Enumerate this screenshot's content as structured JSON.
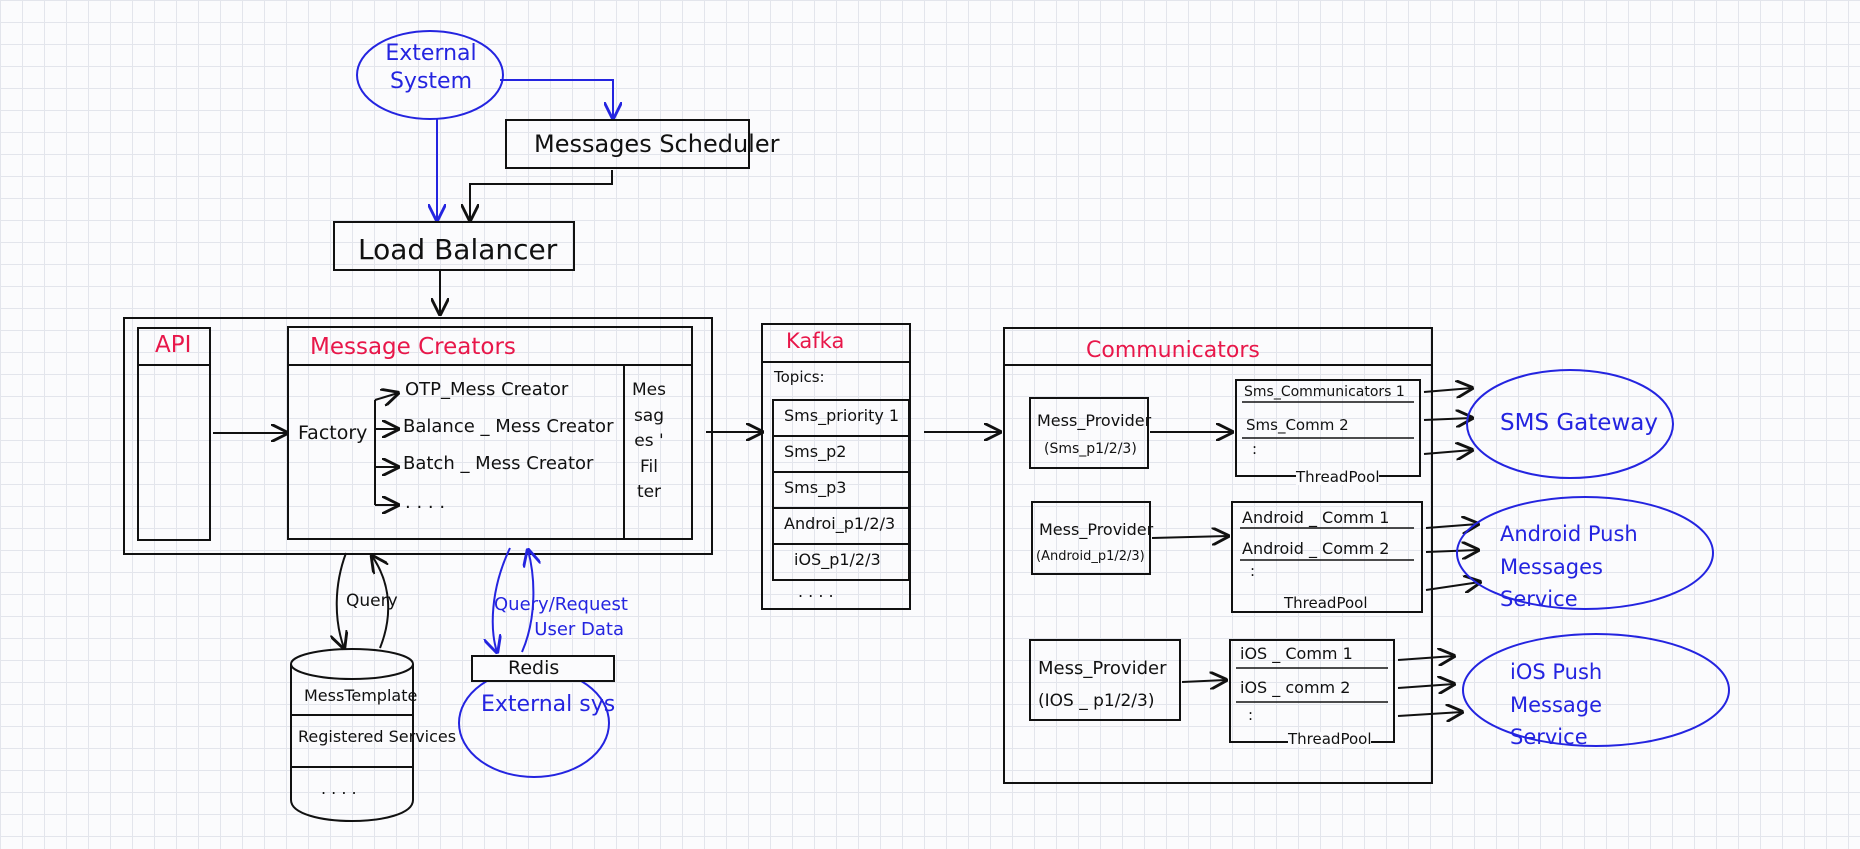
{
  "colors": {
    "ink": "#111111",
    "blue": "#2424e0",
    "red": "#e8174a",
    "grid": "#e3e5ec"
  },
  "external_system": "External System",
  "scheduler": "Messages Scheduler",
  "load_balancer": "Load Balancer",
  "api": "API",
  "message_creators": {
    "title": "Message Creators",
    "factory": "Factory",
    "creators": [
      "OTP_Mess Creator",
      "Balance _ Mess Creator",
      "Batch _ Mess Creator",
      ". . . ."
    ],
    "filter": "Mes sag es ' Fil ter"
  },
  "query": "Query",
  "query_request": "Query/Request User Data",
  "db": {
    "rows": [
      "MessTemplate",
      "Registered Services",
      ". . . ."
    ]
  },
  "redis": {
    "title": "Redis",
    "body": "External sys"
  },
  "kafka": {
    "title": "Kafka",
    "topics_label": "Topics:",
    "topics": [
      "Sms_priority 1",
      "Sms_p2",
      "Sms_p3",
      "Androi_p1/2/3",
      "iOS_p1/2/3",
      ". . . ."
    ]
  },
  "communicators": {
    "title": "Communicators",
    "providers": [
      {
        "name": "Mess_Provider",
        "sub": "(Sms_p1/2/3)",
        "threads": [
          "Sms_Communicators 1",
          "Sms_Comm 2",
          ":"
        ],
        "pool": "ThreadPool"
      },
      {
        "name": "Mess_Provider",
        "sub": "(Android_p1/2/3)",
        "threads": [
          "Android _ Comm 1",
          "Android _ Comm 2",
          ":"
        ],
        "pool": "ThreadPool"
      },
      {
        "name": "Mess_Provider",
        "sub": "(IOS _ p1/2/3)",
        "threads": [
          "iOS _ Comm 1",
          "iOS _ comm 2",
          ":"
        ],
        "pool": "ThreadPool"
      }
    ]
  },
  "outputs": [
    "SMS Gateway",
    "Android Push Messages Service",
    "iOS Push Message Service"
  ]
}
